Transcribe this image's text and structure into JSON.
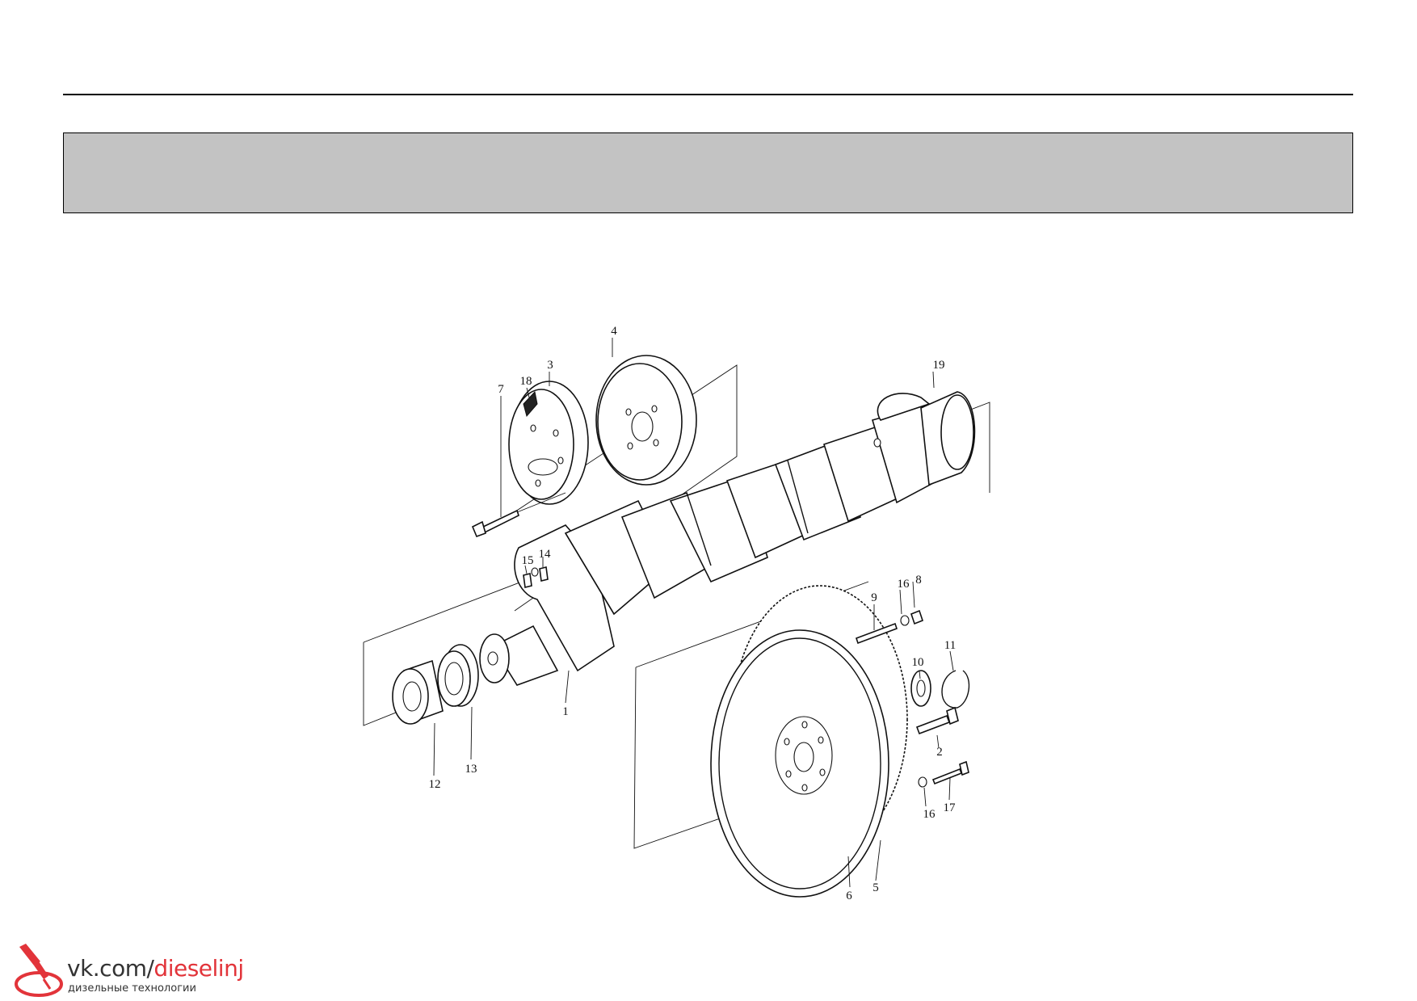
{
  "callouts": {
    "c1": "1",
    "c2": "2",
    "c3": "3",
    "c4": "4",
    "c5": "5",
    "c6": "6",
    "c7": "7",
    "c8": "8",
    "c9": "9",
    "c10": "10",
    "c11": "11",
    "c12": "12",
    "c13": "13",
    "c14": "14",
    "c15": "15",
    "c16a": "16",
    "c16b": "16",
    "c17": "17",
    "c18": "18",
    "c19": "19"
  },
  "watermark": {
    "url_prefix": "vk.com/",
    "url_accent": "dieselinj",
    "subtitle": "дизельные технологии",
    "accent_color": "#e2343a"
  },
  "colors": {
    "banner": "#c3c3c3",
    "line": "#111111"
  }
}
